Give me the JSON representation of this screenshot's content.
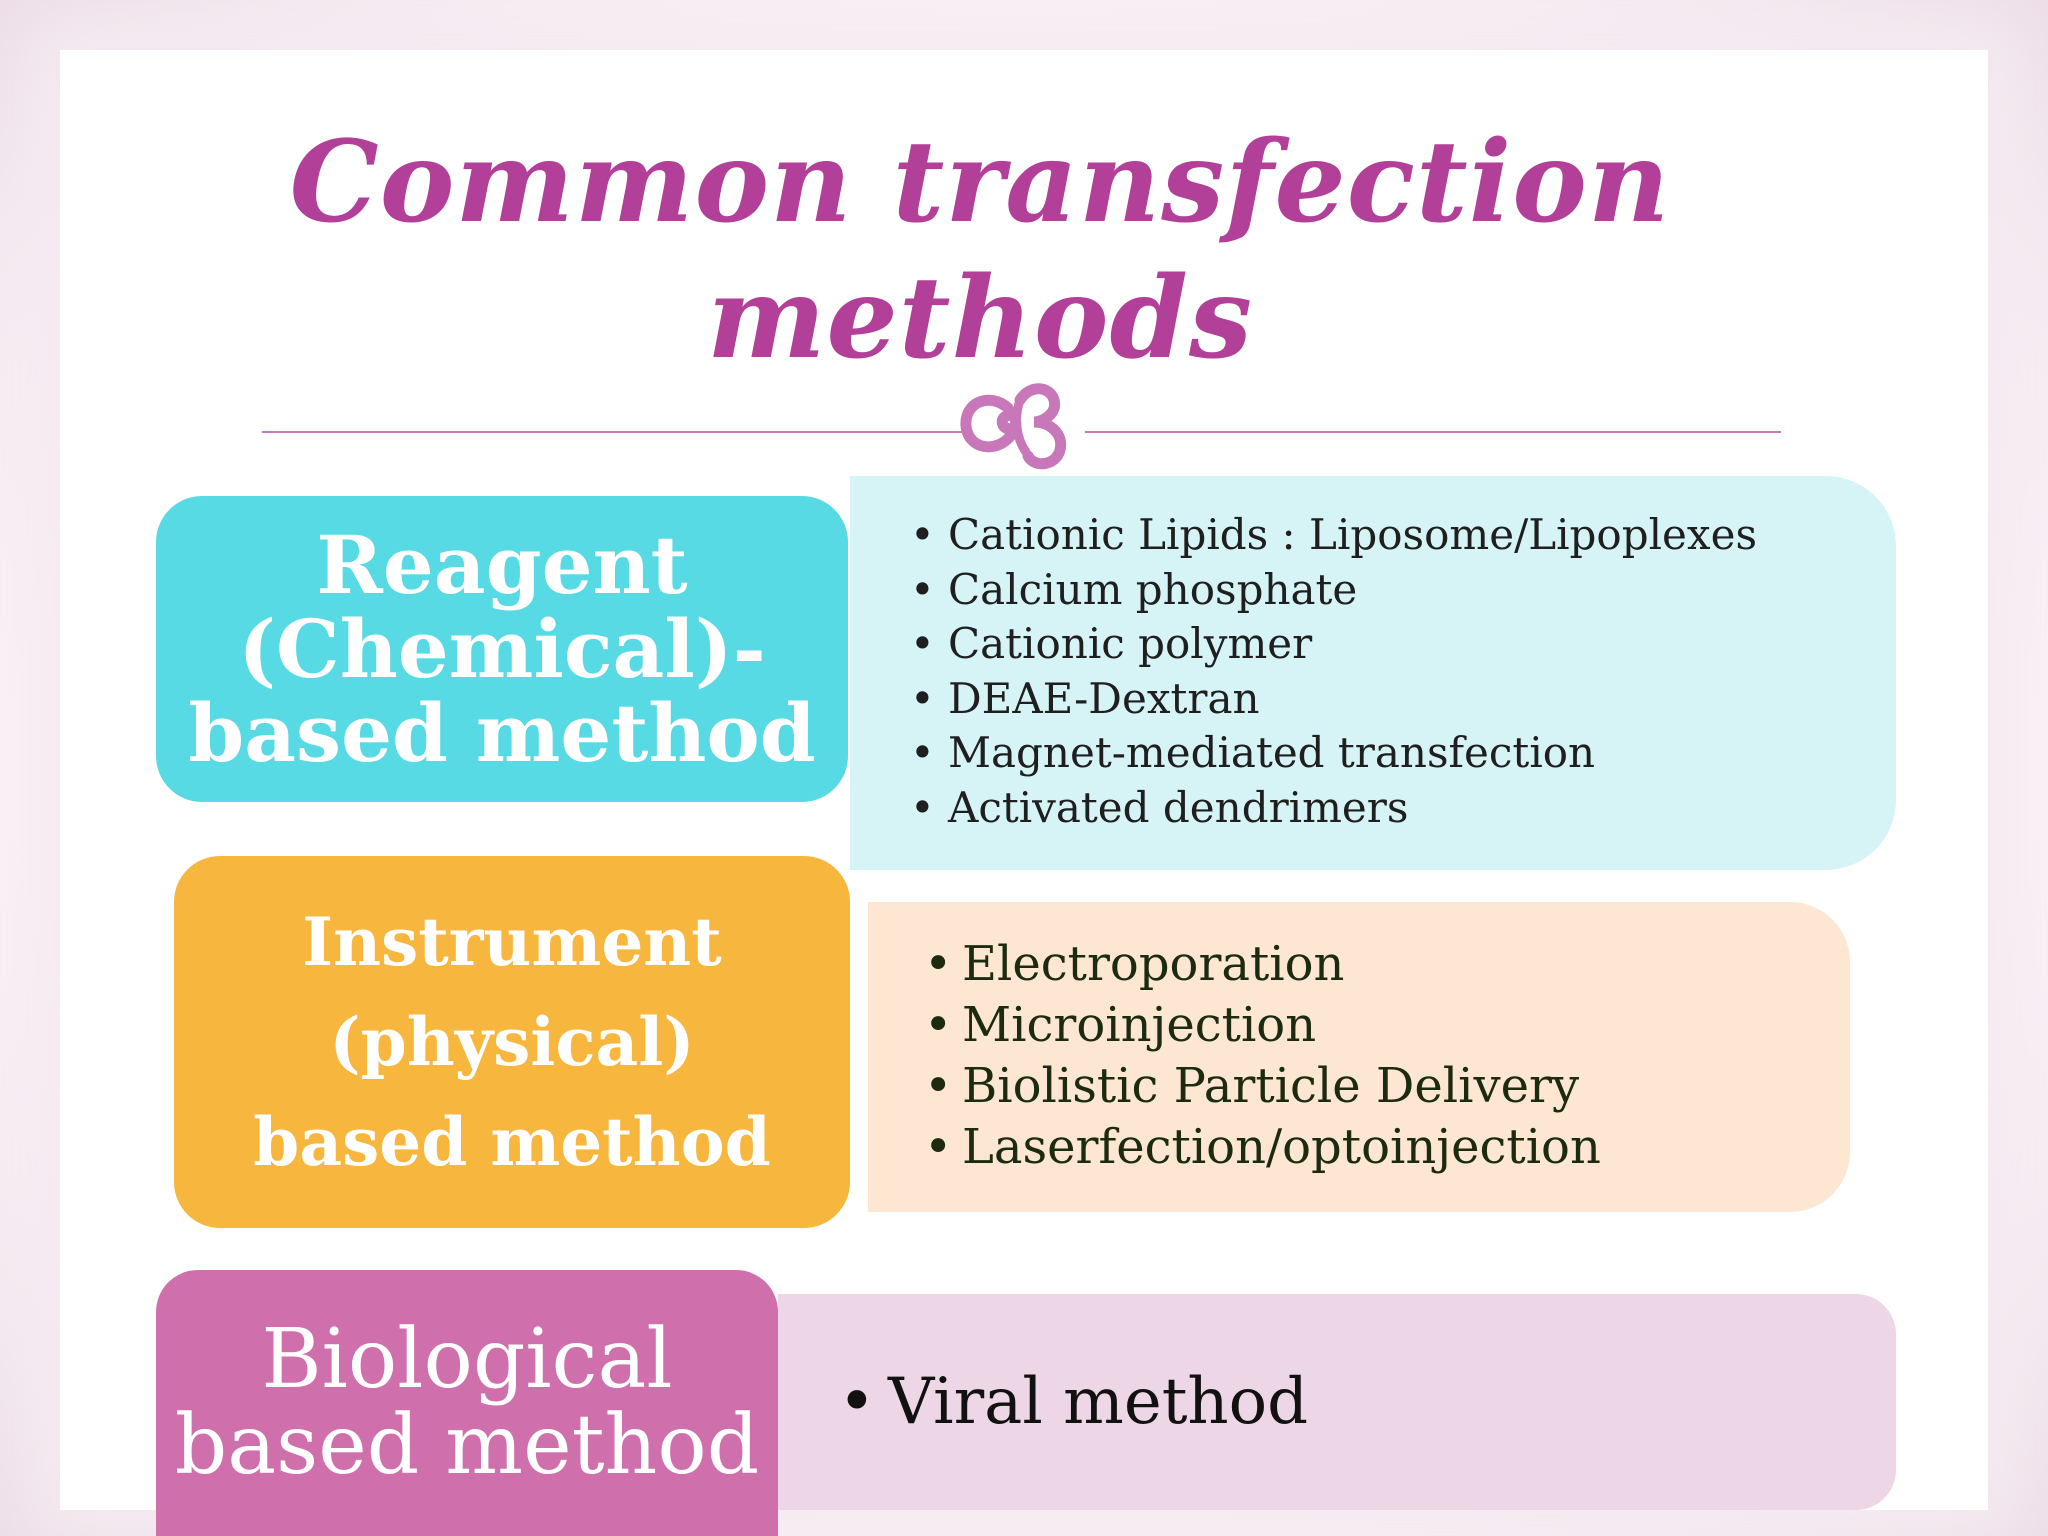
{
  "title": {
    "line1": "Common transfection",
    "line2": "methods"
  },
  "ornament_icon": "flourish-icon",
  "colors": {
    "title": "#b23f98",
    "reagent_box": "#57dae4",
    "reagent_list_bg": "#d6f4f6",
    "instrument_box": "#f7b63e",
    "instrument_list_bg": "#fde6d2",
    "biological_box": "#cf6fab",
    "biological_list_bg": "#edd6e6"
  },
  "sections": {
    "reagent": {
      "heading_lines": [
        "Reagent",
        "(Chemical)-",
        "based method"
      ],
      "items": [
        "Cationic Lipids : Liposome/Lipoplexes",
        "Calcium phosphate",
        "Cationic polymer",
        "DEAE-Dextran",
        "Magnet-mediated transfection",
        "Activated dendrimers"
      ]
    },
    "instrument": {
      "heading_lines": [
        "Instrument",
        "(physical)",
        "based method"
      ],
      "items": [
        "Electroporation",
        "Microinjection",
        "Biolistic Particle Delivery",
        "Laserfection/optoinjection"
      ]
    },
    "biological": {
      "heading_lines": [
        "Biological",
        "based method"
      ],
      "items": [
        "Viral method"
      ]
    }
  }
}
